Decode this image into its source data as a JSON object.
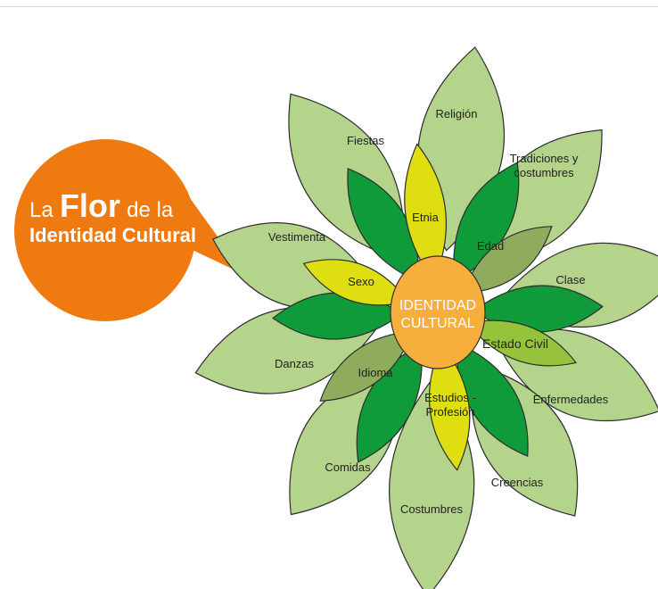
{
  "title": {
    "prefix": "La",
    "word": "Flor",
    "middle": "de la",
    "line2": "Identidad Cultural"
  },
  "center": {
    "line1": "IDENTIDAD",
    "line2": "CULTURAL"
  },
  "inner_petals": [
    {
      "label": [
        "Etnia"
      ]
    },
    {
      "label": [
        "Edad"
      ]
    },
    {
      "label": [
        "Estado Civil"
      ]
    },
    {
      "label": [
        "Estudios -",
        "Profesión"
      ]
    },
    {
      "label": [
        "Idioma"
      ]
    },
    {
      "label": [
        "Sexo"
      ]
    }
  ],
  "outer_petals": [
    {
      "label": [
        "Religión"
      ]
    },
    {
      "label": [
        "Tradiciones y",
        "costumbres"
      ]
    },
    {
      "label": [
        "Clase"
      ]
    },
    {
      "label": [
        "Enfermedades"
      ]
    },
    {
      "label": [
        "Creencias"
      ]
    },
    {
      "label": [
        "Costumbres"
      ]
    },
    {
      "label": [
        "Comidas"
      ]
    },
    {
      "label": [
        "Danzas"
      ]
    },
    {
      "label": [
        "Vestimenta"
      ]
    },
    {
      "label": [
        "Fiestas"
      ]
    }
  ],
  "colors": {
    "outer_fill": "#b3d48a",
    "outer_stroke": "#2e2e2e",
    "dark_green": "#0f9b3a",
    "inner_yellow": "#dede10",
    "inner_olive": "#95c43c",
    "inner_gray_green": "#8fac5c",
    "center_fill": "#f6ae3c",
    "bubble": "#ee7a10",
    "text_dark": "#222222",
    "text_light": "#ffffff"
  }
}
